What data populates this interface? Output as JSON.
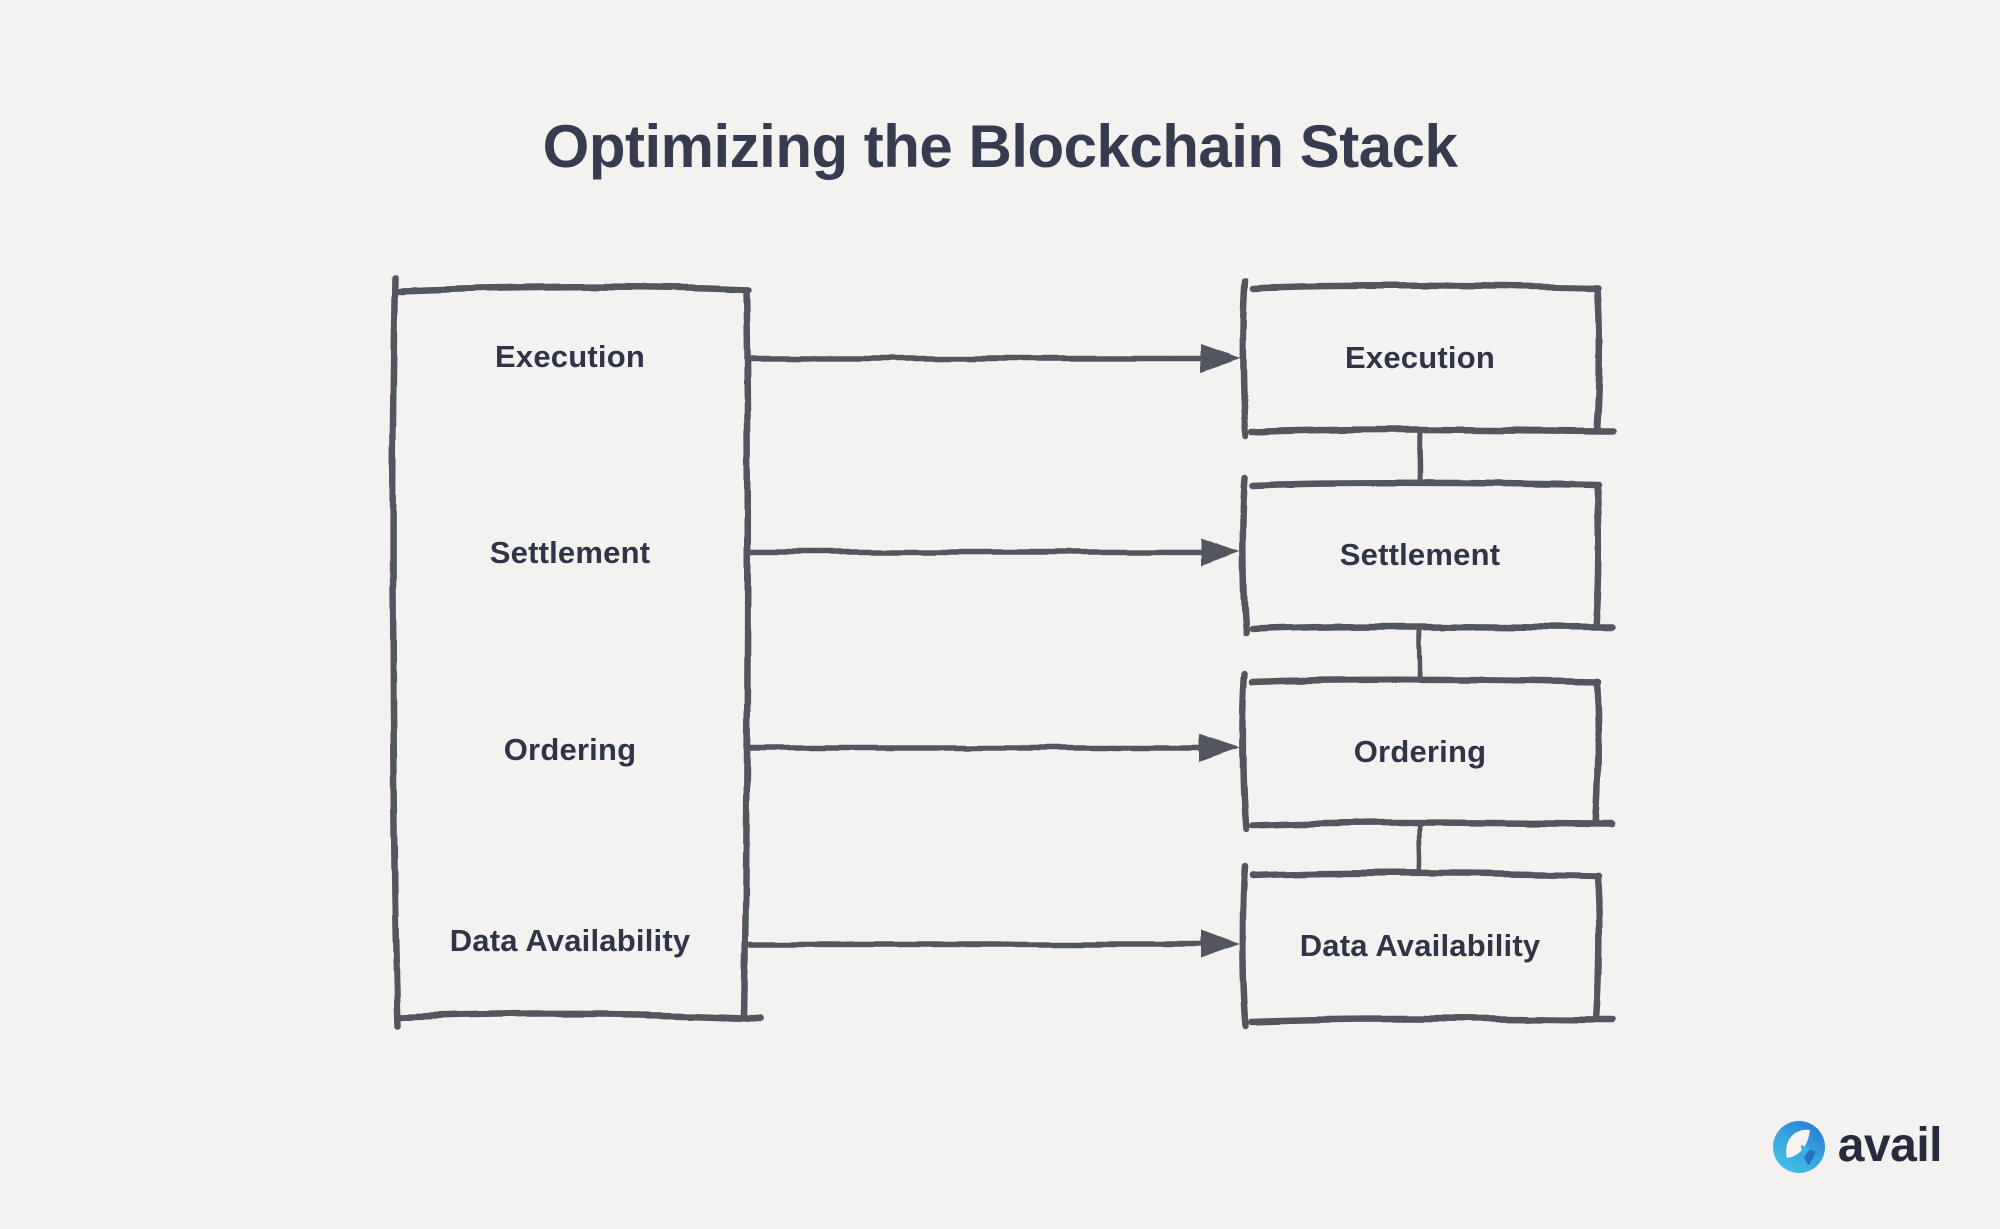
{
  "title": "Optimizing the Blockchain Stack",
  "diagram": {
    "left_stack": {
      "description": "single monolithic stack box",
      "layers": [
        "Execution",
        "Settlement",
        "Ordering",
        "Data Availability"
      ]
    },
    "right_stack": {
      "description": "modular stack of separate boxes",
      "layers": [
        "Execution",
        "Settlement",
        "Ordering",
        "Data Availability"
      ]
    },
    "arrows": [
      {
        "from": "Execution",
        "to": "Execution"
      },
      {
        "from": "Settlement",
        "to": "Settlement"
      },
      {
        "from": "Ordering",
        "to": "Ordering"
      },
      {
        "from": "Data Availability",
        "to": "Data Availability"
      }
    ]
  },
  "branding": {
    "logo_text": "avail"
  },
  "colors": {
    "background": "#f5f4f2",
    "ink": "#53565f",
    "title_text": "#363b4f",
    "label_text": "#2f3447",
    "logo_text": "#262b3e",
    "logo_blue_dark": "#2b7fd3",
    "logo_blue_light": "#45c1ea"
  }
}
